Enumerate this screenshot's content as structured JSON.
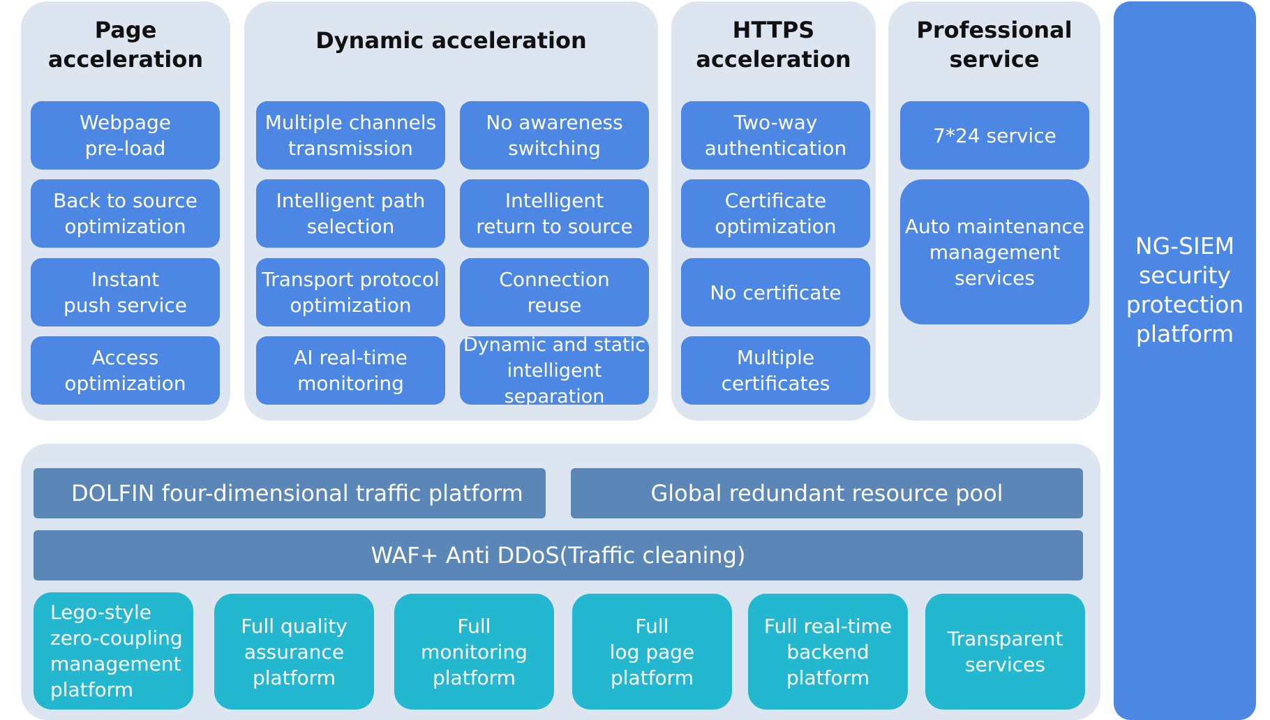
{
  "top_panels": {
    "page_acceleration": {
      "title": "Page\nacceleration",
      "items": [
        "Webpage\npre-load",
        "Back to source\noptimization",
        "Instant\npush service",
        "Access\noptimization"
      ]
    },
    "dynamic_acceleration": {
      "title": "Dynamic acceleration",
      "items": [
        "Multiple channels\ntransmission",
        "No awareness\nswitching",
        "Intelligent path\nselection",
        "Intelligent\nreturn to source",
        "Transport protocol\noptimization",
        "Connection\nreuse",
        "AI real-time\nmonitoring",
        "Dynamic and static\nintelligent separation"
      ]
    },
    "https_acceleration": {
      "title": "HTTPS\nacceleration",
      "items": [
        "Two-way\nauthentication",
        "Certificate\noptimization",
        "No certificate",
        "Multiple\ncertificates"
      ]
    },
    "professional_service": {
      "title": "Professional\nservice",
      "items": [
        "7*24 service",
        "Auto maintenance\nmanagement\nservices"
      ]
    }
  },
  "bottom_panel": {
    "bars": [
      "DOLFIN four-dimensional traffic platform",
      "Global redundant resource pool",
      "WAF+ Anti DDoS(Traffic cleaning)"
    ],
    "platforms": [
      "Lego-style\nzero-coupling\nmanagement\nplatform",
      "Full quality\nassurance\nplatform",
      "Full\nmonitoring\nplatform",
      "Full\nlog page\nplatform",
      "Full real-time\nbackend\nplatform",
      "Transparent\nservices"
    ]
  },
  "side_panel": {
    "label": "NG-SIEM\nsecurity\nprotection\nplatform"
  },
  "colors": {
    "panel_bg": "#dde6f0",
    "blue_box": "#4d87e4",
    "steel_bar": "#5b86b8",
    "teal_box": "#23b8cf"
  }
}
